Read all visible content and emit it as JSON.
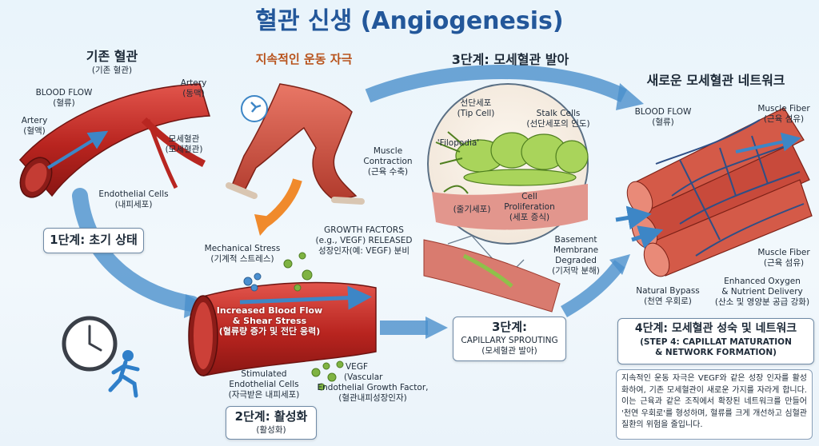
{
  "title": "혈관 신생 (Angiogenesis)",
  "stage1": {
    "heading": "기존 혈관",
    "heading_sub": "(기존 혈관)",
    "blood_flow": "BLOOD FLOW",
    "blood_flow_ko": "(혈류)",
    "artery_top": "Artery",
    "artery_top_ko": "(동맥)",
    "artery_left": "Artery",
    "artery_left_ko": "(혈액)",
    "capillary": "모세혈관",
    "capillary_ko": "(모세혈관)",
    "endothelial": "Endothelial Cells",
    "endothelial_ko": "(내피세포)",
    "step_label": "1단계: 초기 상태"
  },
  "stimulus": {
    "heading": "지속적인 운동 자극",
    "muscle": "Muscle",
    "contraction": "Contraction",
    "contraction_ko": "(근육 수축)"
  },
  "stage2": {
    "mech_stress": "Mechanical Stress",
    "mech_stress_ko": "(기계적 스트레스)",
    "gf_line1": "GROWTH FACTORS",
    "gf_line2": "(e.g., VEGF) RELEASED",
    "gf_ko": "성장인자(예: VEGF) 분비",
    "vessel_line1": "Increased Blood Flow",
    "vessel_line2": "& Shear Stress",
    "vessel_ko": "(혈류량 증가 및 전단 응력)",
    "stim_cells1": "Stimulated",
    "stim_cells2": "Endothelial Cells",
    "stim_cells_ko": "(자극받은 내피세포)",
    "vegf1": "VEGF",
    "vegf2": "(Vascular",
    "vegf3": "Endothelial Growth Factor,",
    "vegf_ko": "(혈관내피성장인자)",
    "step_label": "2단계: 활성화",
    "step_sub": "(활성화)"
  },
  "stage3": {
    "heading": "3단계: 모세혈관 발아",
    "tip_cell": "선단세포",
    "tip_cell_en": "(Tip Cell)",
    "stalk": "Stalk Cells",
    "stalk_ko": "(선단세포의 인도)",
    "filopodia": "'Filopodia'",
    "filopodia_ko": "(줄기세포)",
    "cell_prolif1": "Cell",
    "cell_prolif2": "Proliferation",
    "cell_prolif_ko": "(세포 증식)",
    "basement1": "Basement",
    "basement2": "Membrane",
    "basement3": "Degraded",
    "basement_ko": "(기저막 분해)",
    "step_label": "3단계:",
    "step_en": "CAPILLARY SPROUTING",
    "step_ko": "(모세혈관 발아)"
  },
  "stage4": {
    "heading": "새로운 모세혈관 네트워크",
    "blood_flow": "BLOOD FLOW",
    "blood_flow_ko": "(혈류)",
    "muscle_fiber_top": "Muscle Fiber",
    "muscle_fiber_top_ko": "(근육 섬유)",
    "muscle_fiber_bottom": "Muscle Fiber",
    "muscle_fiber_bottom_ko": "(근육 섬유)",
    "bypass": "Natural Bypass",
    "bypass_ko": "(천연 우회로)",
    "oxygen1": "Enhanced Oxygen",
    "oxygen2": "& Nutrient Delivery",
    "oxygen_ko": "(산소 및 영양분 공급 강화)",
    "step_label": "4단계: 모세혈관 성숙 및 네트워크",
    "step_en1": "(STEP 4: CAPILLAT MATURATION",
    "step_en2": "& NETWORK FORMATION)"
  },
  "summary": "지속적인 운동 자극은 VEGF와 같은 성장 인자를 활성화하여, 기존 모세혈관이 새로운 가지를 자라게 합니다. 이는 근육과 같은 조직에서 확장된 네트워크를 만들어 '천연 우회로'를 형성하며, 혈류를 크게 개선하고 심혈관 질환의 위험을 줄입니다.",
  "colors": {
    "title": "#23579a",
    "vessel": "#c62f2a",
    "arrow": "#3d86c6",
    "stimulus_heading": "#b8531c",
    "vegf_dots": "#7fb342"
  }
}
